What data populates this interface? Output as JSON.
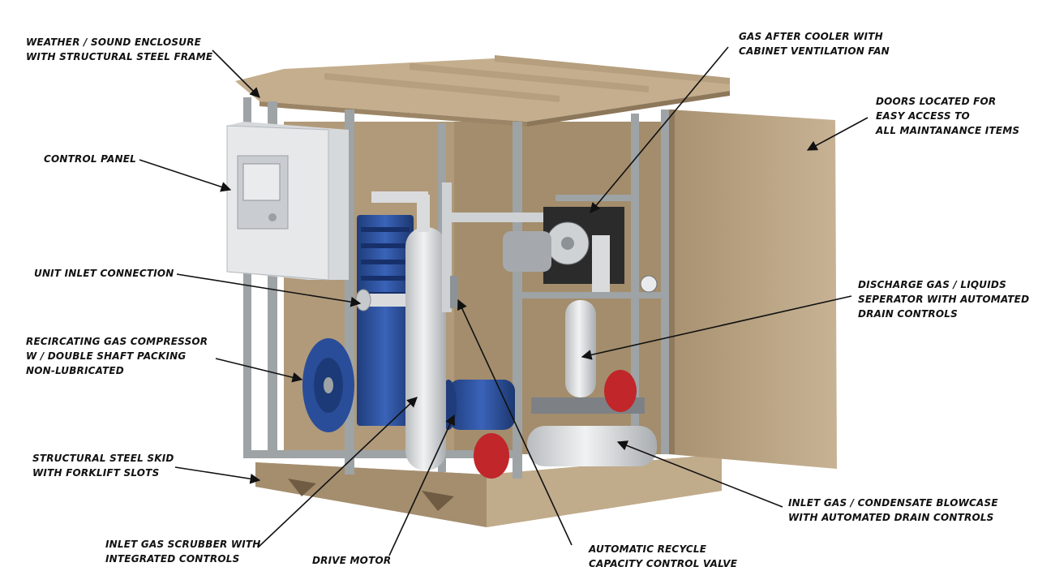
{
  "colors": {
    "enclosure_tan": "#b8a386",
    "enclosure_tan_dark": "#8f7a5e",
    "frame_grey": "#9ea3a6",
    "compressor_blue": "#2b4f9a",
    "motor_blue": "#2a4a8f",
    "accent_red": "#c0262a",
    "vessel_white": "#e3e5e7"
  },
  "labels": {
    "enclosure": [
      "WEATHER / SOUND ENCLOSURE",
      "WITH STRUCTURAL STEEL FRAME"
    ],
    "aftercooler": [
      "GAS AFTER COOLER WITH",
      "CABINET VENTILATION FAN"
    ],
    "doors": [
      "DOORS LOCATED FOR",
      "EASY ACCESS TO",
      "ALL MAINTANANCE ITEMS"
    ],
    "control_panel": [
      "CONTROL PANEL"
    ],
    "inlet_connection": [
      "UNIT INLET CONNECTION"
    ],
    "discharge_separator": [
      "DISCHARGE  GAS / LIQUIDS",
      "SEPERATOR WITH AUTOMATED",
      "DRAIN CONTROLS"
    ],
    "compressor": [
      "RECIRCATING GAS COMPRESSOR",
      "W / DOUBLE SHAFT PACKING",
      "NON-LUBRICATED"
    ],
    "skid": [
      "STRUCTURAL  STEEL SKID",
      "WITH FORKLIFT SLOTS"
    ],
    "blowcase": [
      "INLET GAS / CONDENSATE BLOWCASE",
      "WITH AUTOMATED DRAIN CONTROLS"
    ],
    "scrubber": [
      "INLET GAS SCRUBBER  WITH",
      "INTEGRATED CONTROLS"
    ],
    "drive_motor": [
      "DRIVE MOTOR"
    ],
    "recycle_valve": [
      "AUTOMATIC RECYCLE",
      "CAPACITY CONTROL VALVE"
    ]
  }
}
